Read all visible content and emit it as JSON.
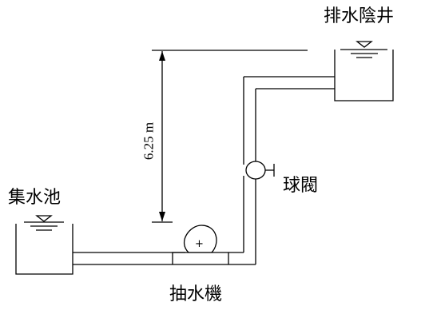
{
  "labels": {
    "discharge_well": "排水陰井",
    "collection_tank": "集水池",
    "ball_valve": "球閥",
    "pump": "抽水機",
    "height": "6.25 m",
    "pump_center_mark": "+"
  }
}
